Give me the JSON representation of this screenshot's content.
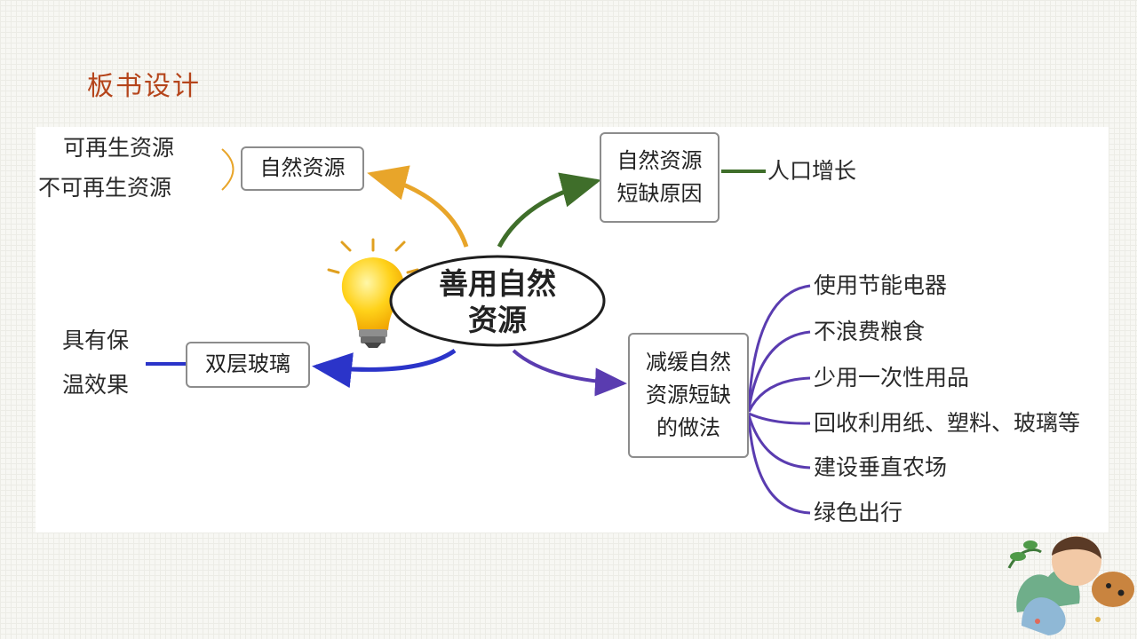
{
  "title": "板书设计",
  "center": {
    "line1": "善用自然",
    "line2": "资源"
  },
  "natural_resources": {
    "label": "自然资源",
    "items": [
      "可再生资源",
      "不可再生资源"
    ]
  },
  "shortage_causes": {
    "line1": "自然资源",
    "line2": "短缺原因",
    "item": "人口增长"
  },
  "double_glass": {
    "label": "双层玻璃",
    "note_line1": "具有保",
    "note_line2": "温效果"
  },
  "mitigation": {
    "line1": "减缓自然",
    "line2": "资源短缺",
    "line3": "的做法",
    "items": [
      "使用节能电器",
      "不浪费粮食",
      "少用一次性用品",
      "回收利用纸、塑料、玻璃等",
      "建设垂直农场",
      "绿色出行"
    ]
  },
  "colors": {
    "title": "#b5451b",
    "branch_orange": "#e8a52a",
    "branch_green": "#3f6e2a",
    "branch_blue": "#2b34c9",
    "branch_purple": "#5a3cb0"
  }
}
